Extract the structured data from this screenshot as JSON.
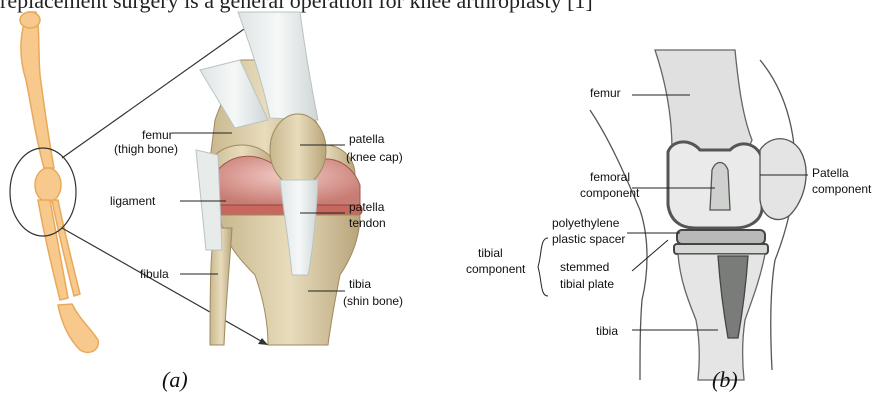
{
  "top_partial_text": "replacement surgery is a general operation for knee arthroplasty [1]",
  "panel_a": {
    "caption": "(a)",
    "labels": {
      "femur": "femur",
      "femur_sub": "(thigh bone)",
      "ligament": "ligament",
      "fibula": "fibula",
      "patella": "patella",
      "patella_sub": "(knee cap)",
      "patella_tendon_1": "patella",
      "patella_tendon_2": "tendon",
      "tibia": "tibia",
      "tibia_sub": "(shin bone)"
    }
  },
  "panel_b": {
    "caption": "(b)",
    "labels": {
      "femur": "femur",
      "femoral_component_1": "femoral",
      "femoral_component_2": "component",
      "poly_1": "polyethylene",
      "poly_2": "plastic spacer",
      "tibial_component_1": "tibial",
      "tibial_component_2": "component",
      "stem_1": "stemmed",
      "stem_2": "tibial plate",
      "tibia": "tibia",
      "patella_component_1": "Patella",
      "patella_component_2": "component"
    }
  }
}
